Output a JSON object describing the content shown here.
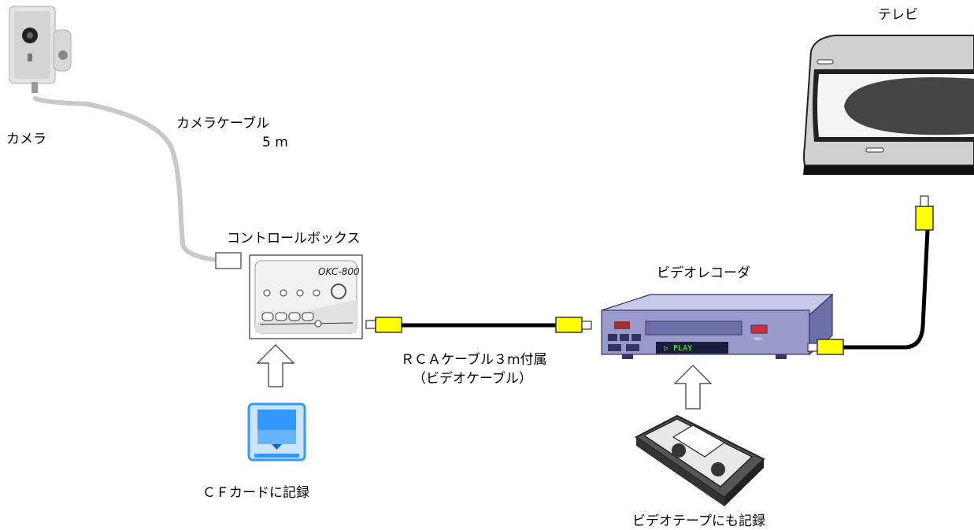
{
  "labels": {
    "camera": "カメラ",
    "camera_cable": "カメラケーブル",
    "camera_cable_length": "5 m",
    "control_box": "コントロールボックス",
    "rca_cable": "ＲＣＡケーブル３m付属",
    "rca_cable_sub": "（ビデオケーブル）",
    "cf_card": "ＣＦカードに記録",
    "video_recorder": "ビデオレコーダ",
    "video_tape": "ビデオテープにも記録",
    "tv": "テレビ"
  },
  "device_text": {
    "model": "OKC-800",
    "play": "▷ PLAY",
    "timer": "TIMER"
  },
  "colors": {
    "plug_yellow": "#ffff00",
    "camera_cable_gray": "#c8c8c8",
    "vcr_body": "#9999cc",
    "vcr_top": "#c8c8e8",
    "vcr_dark": "#333366",
    "cf_card_blue": "#3399ff",
    "tv_body": "#d0d0d0"
  }
}
